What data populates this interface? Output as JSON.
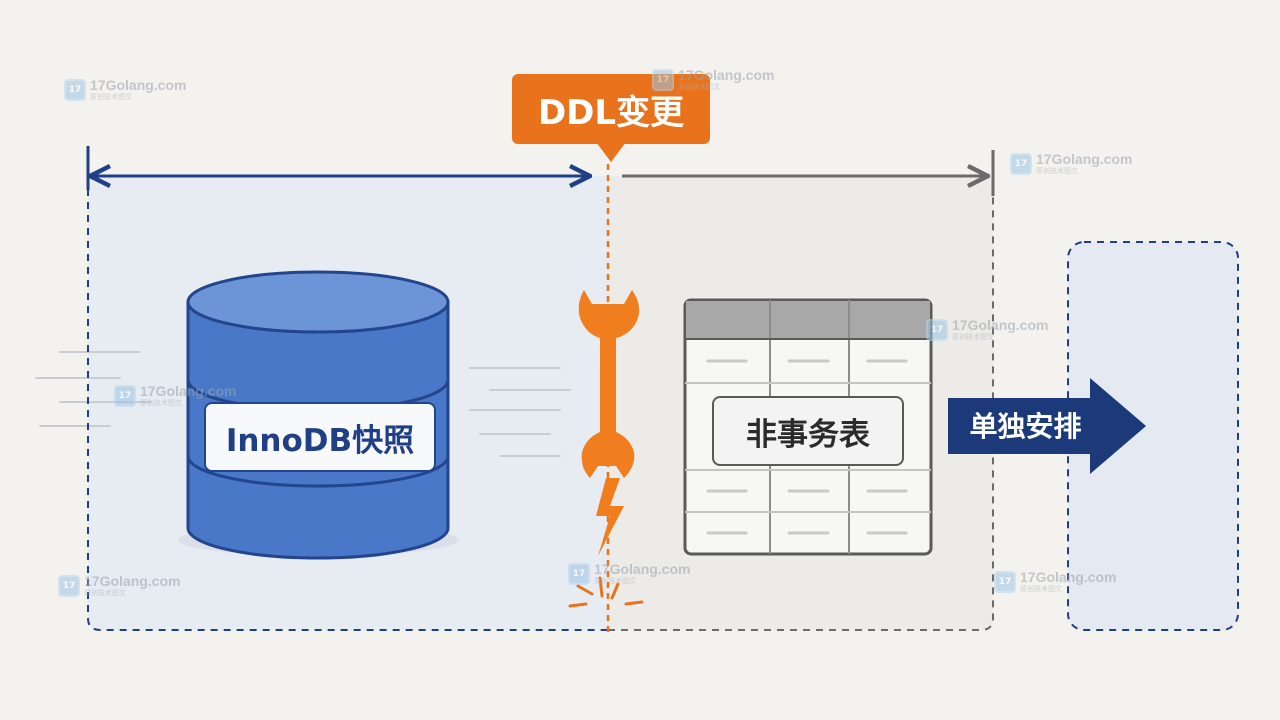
{
  "diagram": {
    "ddl_tag": "DDL变更",
    "snapshot_label": "InnoDB快照",
    "non_transactional_label": "非事务表",
    "separate_label": "单独安排"
  },
  "watermark": {
    "name": "17Golang.com",
    "sub": "原创技术图文"
  },
  "colors": {
    "accent_orange": "#e8731c",
    "navy": "#1f3f86",
    "database_blue": "#4a78c8",
    "gray": "#6b6b6b"
  }
}
